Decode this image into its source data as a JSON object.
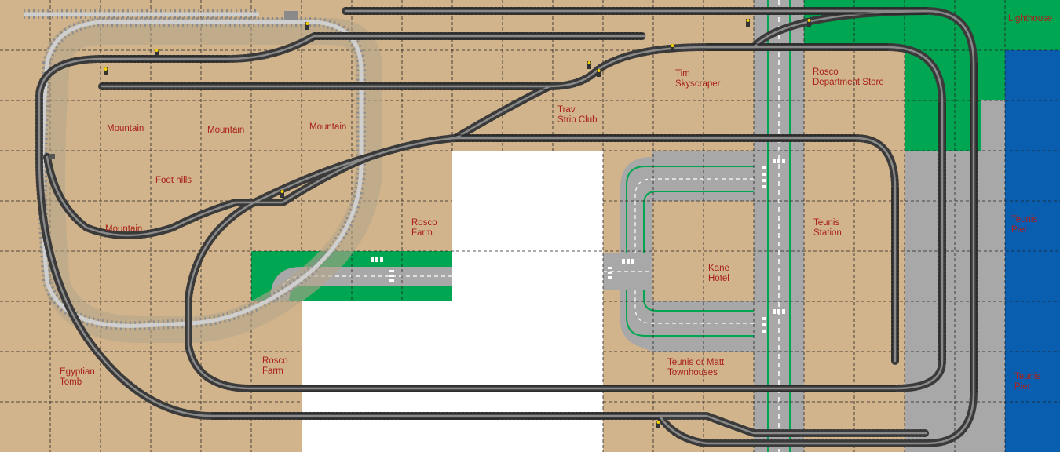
{
  "labels": {
    "lighthouse": "Lighthouse",
    "tim_1": "Tim",
    "tim_2": "Skyscraper",
    "rosco_dept_1": "Rosco",
    "rosco_dept_2": "Department Store",
    "trav_1": "Trav",
    "trav_2": "Strip Club",
    "mountain_1": "Mountain",
    "mountain_2": "Mountain",
    "mountain_3": "Mountain",
    "mountain_4": "Mountain",
    "foothills": "Foot hills",
    "rosco_farm_1a": "Rosco",
    "rosco_farm_1b": "Farm",
    "rosco_farm_2a": "Rosco",
    "rosco_farm_2b": "Farm",
    "teunis_station_1": "Teunis",
    "teunis_station_2": "Station",
    "kane_1": "Kane",
    "kane_2": "Hotel",
    "pier_1a": "Teunis",
    "pier_1b": "Pier",
    "pier_2a": "Teunis",
    "pier_2b": "Pier",
    "egypt_1": "Egyptian",
    "egypt_2": "Tomb",
    "townhouses_1": "Teunis or Matt",
    "townhouses_2": "Townhouses"
  },
  "colors": {
    "ground": "#d2b48c",
    "grass": "#00a651",
    "water": "#0a5eb0",
    "road": "#a8a8a8",
    "track_dark": "#3a3a3a",
    "track_light": "#9a9a9a",
    "label": "#a8201a"
  }
}
